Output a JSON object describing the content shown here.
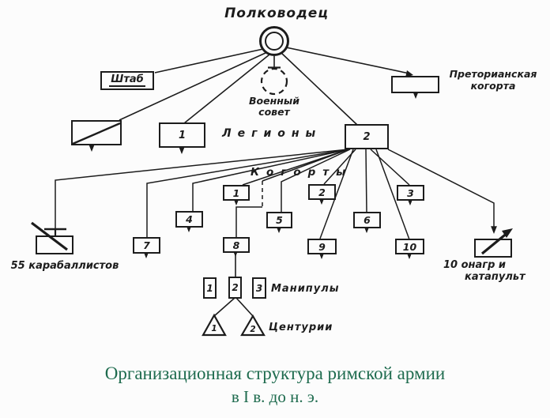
{
  "palette": {
    "ink": "#1c1c1c",
    "background": "#fcfcfc",
    "caption_green": "#1e6b4e"
  },
  "diagram": {
    "commander_label": "Полководец",
    "staff_label": "Штаб",
    "council_line1": "Военный",
    "council_line2": "совет",
    "praetorian_line1": "Преторианская",
    "praetorian_line2": "когорта",
    "legions_label": "Легионы",
    "legion_numbers": {
      "first": "1",
      "second": "2"
    },
    "cohorts_label": "Когорты",
    "cohorts": [
      "1",
      "2",
      "3",
      "4",
      "5",
      "6",
      "7",
      "8",
      "9",
      "10"
    ],
    "ballista_label": "55 карабаллистов",
    "catapult_line1": "10 онагр и",
    "catapult_line2": "катапульт",
    "maniples_label": "Манипулы",
    "maniples": [
      "1",
      "2",
      "3"
    ],
    "centuries_label": "Центурии",
    "centuries": [
      "1",
      "2"
    ]
  },
  "caption": {
    "line1": "Организационная структура римской армии",
    "line2": "в I в. до н. э."
  }
}
